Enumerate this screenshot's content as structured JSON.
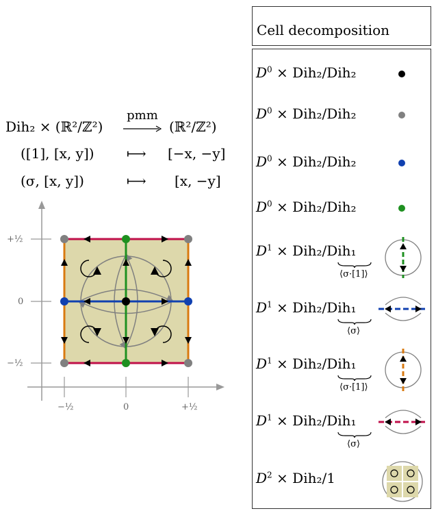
{
  "map": {
    "lhs": "Dih₂ × (ℝ²/ℤ²)",
    "arrow_label": "pmm",
    "rhs": "(ℝ²/ℤ²)",
    "rules": [
      {
        "input": "([1], [x, y])",
        "maps_to": "⟼",
        "output": "[−x, −y]"
      },
      {
        "input": "(σ, [x, y])",
        "maps_to": "⟼",
        "output": "[x, −y]"
      }
    ]
  },
  "axes": {
    "y_ticks": [
      "+½",
      "0",
      "−½"
    ],
    "x_ticks": [
      "−½",
      "0",
      "+½"
    ]
  },
  "colors": {
    "fill": "#ddd8ab",
    "top_bottom_edge": "#c0104a",
    "left_right_edge": "#d97a10",
    "horizontal_axis_edge": "#1040b0",
    "vertical_axis_edge": "#1e9020",
    "vertex_black": "#000000",
    "vertex_gray": "#808080",
    "vertex_blue": "#1040b0",
    "vertex_green": "#1e9020",
    "arrows_gray": "#808080"
  },
  "panel": {
    "title": "Cell decomposition",
    "rows": [
      {
        "dim": "D",
        "sup": "0",
        "group": "× Dih₂/Dih₂",
        "icon": "dot-black"
      },
      {
        "dim": "D",
        "sup": "0",
        "group": "× Dih₂/Dih₂",
        "icon": "dot-gray"
      },
      {
        "dim": "D",
        "sup": "0",
        "group": "× Dih₂/Dih₂",
        "icon": "dot-blue"
      },
      {
        "dim": "D",
        "sup": "0",
        "group": "× Dih₂/Dih₂",
        "icon": "dot-green"
      },
      {
        "dim": "D",
        "sup": "1",
        "group": "× Dih₂/",
        "stab": "Dih₁",
        "brace": "⟨σ·[1]⟩",
        "icon": "edge-green-vertical"
      },
      {
        "dim": "D",
        "sup": "1",
        "group": "× Dih₂/",
        "stab": "Dih₁",
        "brace": "⟨σ⟩",
        "icon": "edge-blue-horizontal"
      },
      {
        "dim": "D",
        "sup": "1",
        "group": "× Dih₂/",
        "stab": "Dih₁",
        "brace": "⟨σ·[1]⟩",
        "icon": "edge-orange-vertical"
      },
      {
        "dim": "D",
        "sup": "1",
        "group": "× Dih₂/",
        "stab": "Dih₁",
        "brace": "⟨σ⟩",
        "icon": "edge-red-horizontal"
      },
      {
        "dim": "D",
        "sup": "2",
        "group": "× Dih₂/1",
        "icon": "face-square"
      }
    ]
  }
}
